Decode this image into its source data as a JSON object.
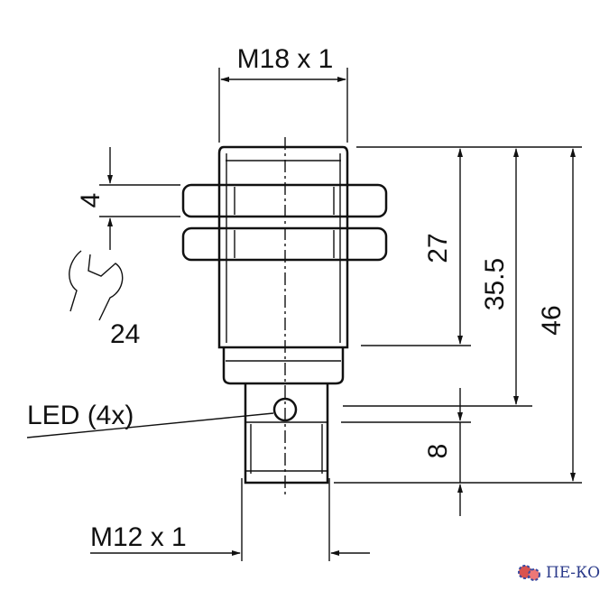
{
  "drawing": {
    "thread_top": "M18 x 1",
    "nut_thickness": "4",
    "wrench_size": "24",
    "led_label": "LED (4x)",
    "thread_bottom": "M12 x 1",
    "dim_27": "27",
    "dim_35_5": "35.5",
    "dim_46": "46",
    "dim_8": "8"
  },
  "logo": {
    "text": "ПЕ-КО"
  }
}
